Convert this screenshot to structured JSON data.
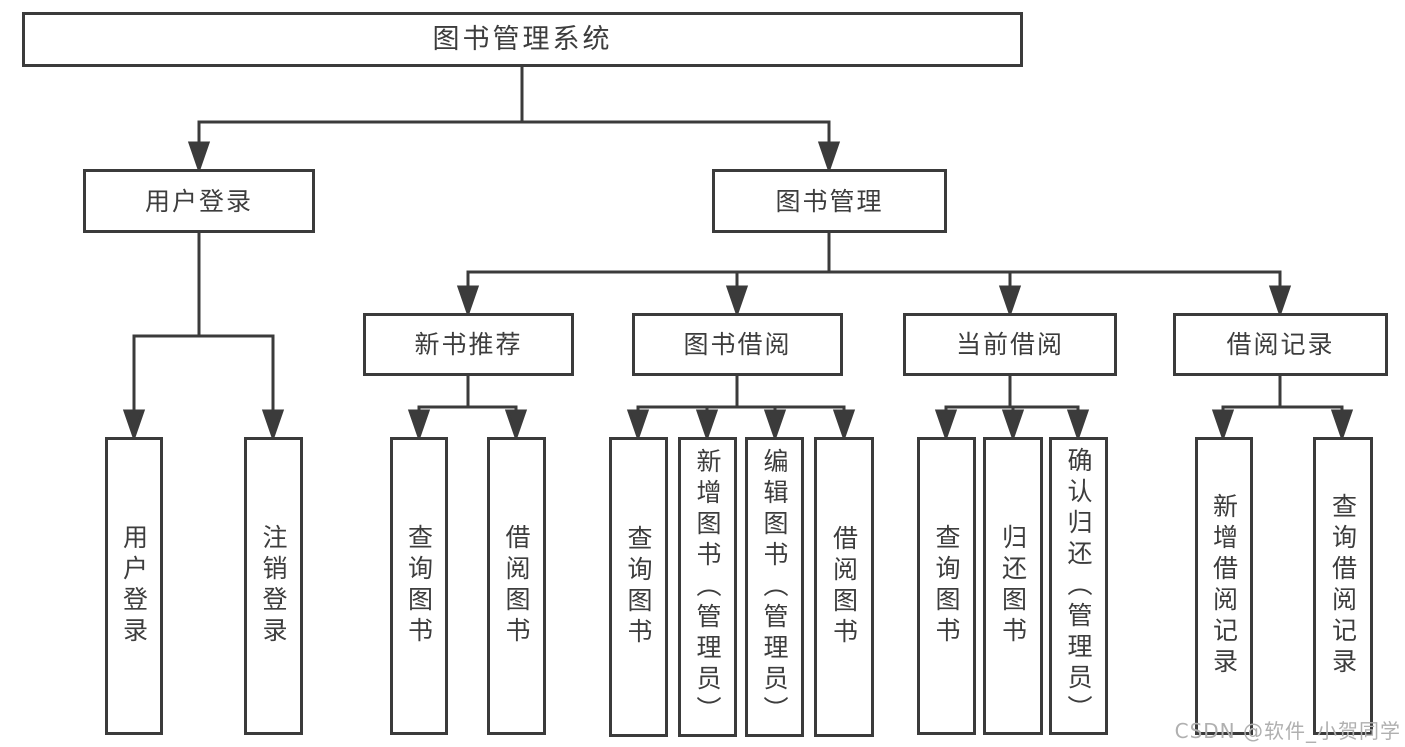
{
  "diagram": {
    "type": "tree-structure-chart",
    "colors": {
      "line": "#3b3b3b",
      "box_border": "#3b3b3b",
      "text": "#3d3d3d",
      "background": "#ffffff",
      "watermark": "#b0b0b0"
    },
    "nodes": {
      "root": {
        "label": "图书管理系统"
      },
      "level2": [
        {
          "label": "用户登录"
        },
        {
          "label": "图书管理"
        }
      ],
      "level3": [
        {
          "label": "新书推荐",
          "parent": "图书管理"
        },
        {
          "label": "图书借阅",
          "parent": "图书管理"
        },
        {
          "label": "当前借阅",
          "parent": "图书管理"
        },
        {
          "label": "借阅记录",
          "parent": "图书管理"
        }
      ],
      "leaves": [
        {
          "label": "用户登录",
          "parent": "用户登录"
        },
        {
          "label": "注销登录",
          "parent": "用户登录"
        },
        {
          "label": "查询图书",
          "parent": "新书推荐"
        },
        {
          "label": "借阅图书",
          "parent": "新书推荐"
        },
        {
          "label": "查询图书",
          "parent": "图书借阅"
        },
        {
          "label": "新增图书（管理员）",
          "parent": "图书借阅"
        },
        {
          "label": "编辑图书（管理员）",
          "parent": "图书借阅"
        },
        {
          "label": "借阅图书",
          "parent": "图书借阅"
        },
        {
          "label": "查询图书",
          "parent": "当前借阅"
        },
        {
          "label": "归还图书",
          "parent": "当前借阅"
        },
        {
          "label": "确认归还（管理员）",
          "parent": "当前借阅"
        },
        {
          "label": "新增借阅记录",
          "parent": "借阅记录"
        },
        {
          "label": "查询借阅记录",
          "parent": "借阅记录"
        }
      ]
    },
    "watermark": {
      "text": "CSDN @软件_小贺同学"
    }
  }
}
